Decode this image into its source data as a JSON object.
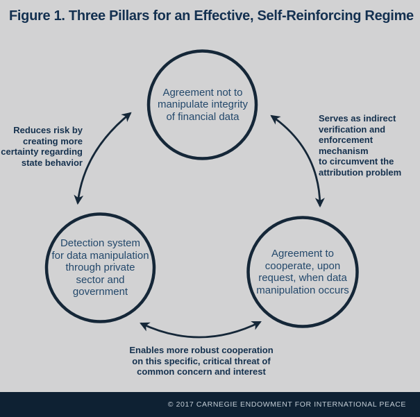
{
  "colors": {
    "background": "#d2d2d3",
    "ink": "#152738",
    "title_text": "#133050",
    "circle_text": "#23486b",
    "label_text": "#15314e",
    "footer_background": "#0e2133",
    "footer_text": "#c3cdd6"
  },
  "header": {
    "title": "Figure 1. Three Pillars for an Effective, Self-Reinforcing Regime"
  },
  "diagram": {
    "type": "cycle-diagram",
    "nodes": [
      {
        "id": "top",
        "text": "Agreement not to\nmanipulate integrity\nof financial data"
      },
      {
        "id": "bottom-left",
        "text": "Detection system\nfor data manipulation\nthrough private\nsector and\ngovernment"
      },
      {
        "id": "bottom-right",
        "text": "Agreement to\ncooperate, upon\nrequest, when data\nmanipulation occurs"
      }
    ],
    "connections": [
      {
        "id": "left",
        "between": [
          "bottom-left",
          "top"
        ],
        "style": "double-headed curved arrow",
        "label": "Reduces risk by\ncreating more\ncertainty regarding\nstate behavior"
      },
      {
        "id": "right",
        "between": [
          "top",
          "bottom-right"
        ],
        "style": "double-headed curved arrow",
        "label": "Serves as indirect\nverification and\nenforcement mechanism\nto circumvent the\nattribution problem"
      },
      {
        "id": "bottom",
        "between": [
          "bottom-right",
          "bottom-left"
        ],
        "style": "double-headed curved arrow",
        "label": "Enables more robust cooperation\non this specific, critical threat of\ncommon concern and interest"
      }
    ]
  },
  "footer": {
    "copyright": "© 2017 CARNEGIE ENDOWMENT FOR INTERNATIONAL PEACE"
  }
}
